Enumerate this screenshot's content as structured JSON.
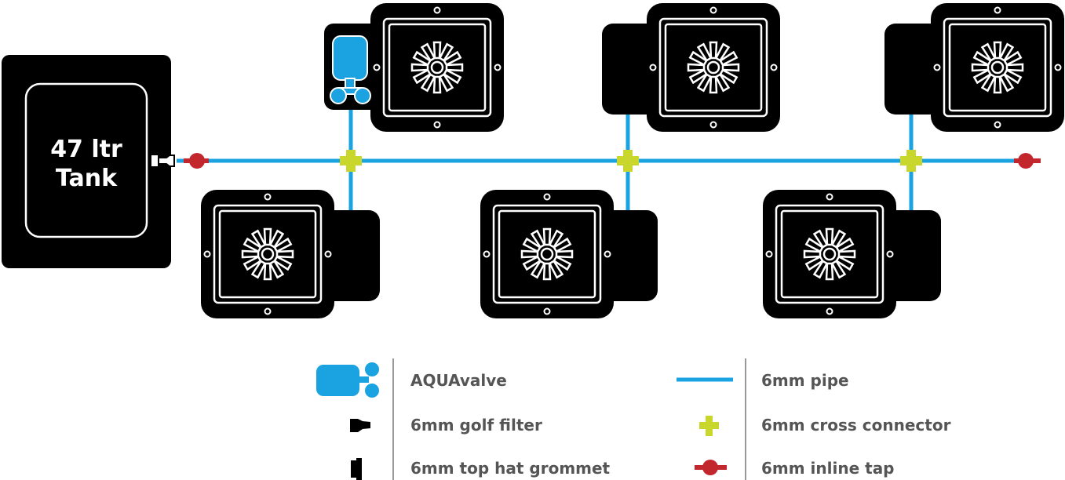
{
  "tank": {
    "line1": "47 ltr",
    "line2": "Tank"
  },
  "legend": {
    "left": [
      {
        "icon": "aquavalve-icon",
        "label": "AQUAvalve"
      },
      {
        "icon": "golf-filter-icon",
        "label": "6mm  golf  filter"
      },
      {
        "icon": "top-hat-grommet-icon",
        "label": "6mm  top hat grommet"
      }
    ],
    "right": [
      {
        "icon": "pipe-icon",
        "label": "6mm pipe"
      },
      {
        "icon": "cross-connector-icon",
        "label": "6mm  cross connector"
      },
      {
        "icon": "inline-tap-icon",
        "label": "6mm inline tap"
      }
    ]
  },
  "colors": {
    "pipe": "#1aa3e0",
    "connector": "#c9d62c",
    "tap": "#c1272d",
    "valve": "#1aa3e0",
    "pot": "#000000",
    "legend_text": "#555555"
  }
}
